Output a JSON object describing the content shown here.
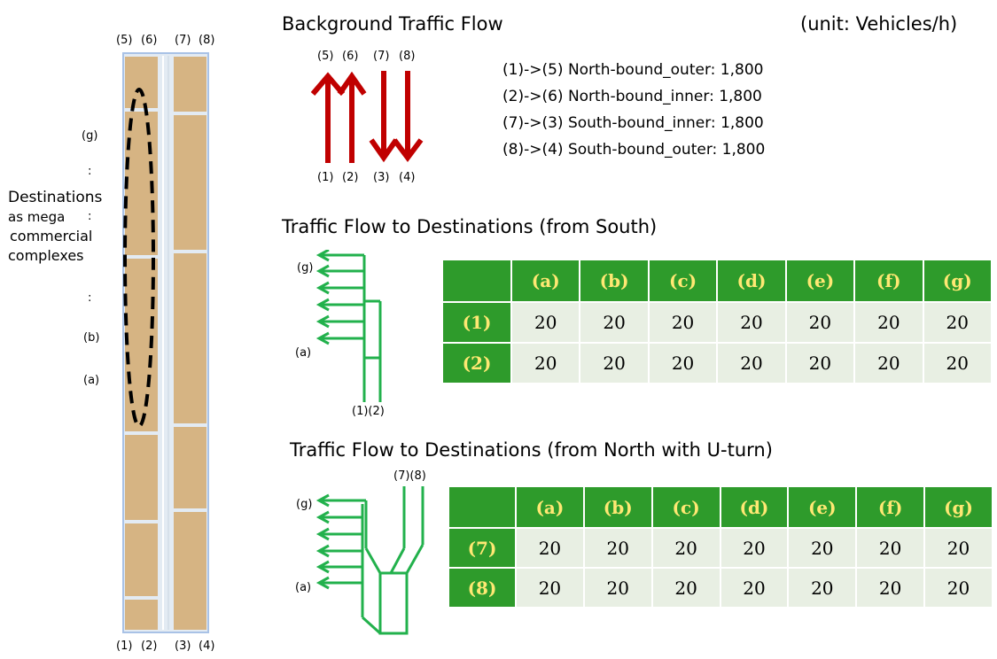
{
  "map": {
    "top_labels": [
      "(5)",
      "(6)",
      "(7)",
      "(8)"
    ],
    "bottom_labels": [
      "(1)",
      "(2)",
      "(3)",
      "(4)"
    ],
    "side_labels": {
      "g": "(g)",
      "dots": ":",
      "b": "(b)",
      "a": "(a)"
    },
    "destinations_text": [
      "Destinations",
      "as mega",
      "commercial",
      "complexes"
    ]
  },
  "background": {
    "title": "Background Traffic Flow",
    "unit": "(unit: Vehicles/h)",
    "arrow_top_labels": [
      "(5)",
      "(6)",
      "(7)",
      "(8)"
    ],
    "arrow_bottom_labels": [
      "(1)",
      "(2)",
      "(3)",
      "(4)"
    ],
    "flows": [
      "(1)->(5) North-bound_outer: 1,800",
      "(2)->(6) North-bound_inner: 1,800",
      "(7)->(3) South-bound_inner: 1,800",
      "(8)->(4) South-bound_outer: 1,800"
    ]
  },
  "south": {
    "title": "Traffic Flow to Destinations (from South)",
    "diagram_labels": {
      "g": "(g)",
      "a": "(a)",
      "bottom": "(1)(2)"
    },
    "columns": [
      "(a)",
      "(b)",
      "(c)",
      "(d)",
      "(e)",
      "(f)",
      "(g)"
    ],
    "rows": [
      {
        "label": "(1)",
        "values": [
          "20",
          "20",
          "20",
          "20",
          "20",
          "20",
          "20"
        ]
      },
      {
        "label": "(2)",
        "values": [
          "20",
          "20",
          "20",
          "20",
          "20",
          "20",
          "20"
        ]
      }
    ]
  },
  "north": {
    "title": "Traffic Flow to Destinations (from North with U-turn)",
    "diagram_labels": {
      "g": "(g)",
      "a": "(a)",
      "top": "(7)(8)"
    },
    "columns": [
      "(a)",
      "(b)",
      "(c)",
      "(d)",
      "(e)",
      "(f)",
      "(g)"
    ],
    "rows": [
      {
        "label": "(7)",
        "values": [
          "20",
          "20",
          "20",
          "20",
          "20",
          "20",
          "20"
        ]
      },
      {
        "label": "(8)",
        "values": [
          "20",
          "20",
          "20",
          "20",
          "20",
          "20",
          "20"
        ]
      }
    ]
  },
  "colors": {
    "arrow_red": "#c00000",
    "flow_green": "#22b14c",
    "table_header": "#2e9b2b",
    "header_text": "#ffe873",
    "cell_bg": "#e8efe3",
    "block": "#d6b483",
    "road_border": "#a9c2e6"
  }
}
